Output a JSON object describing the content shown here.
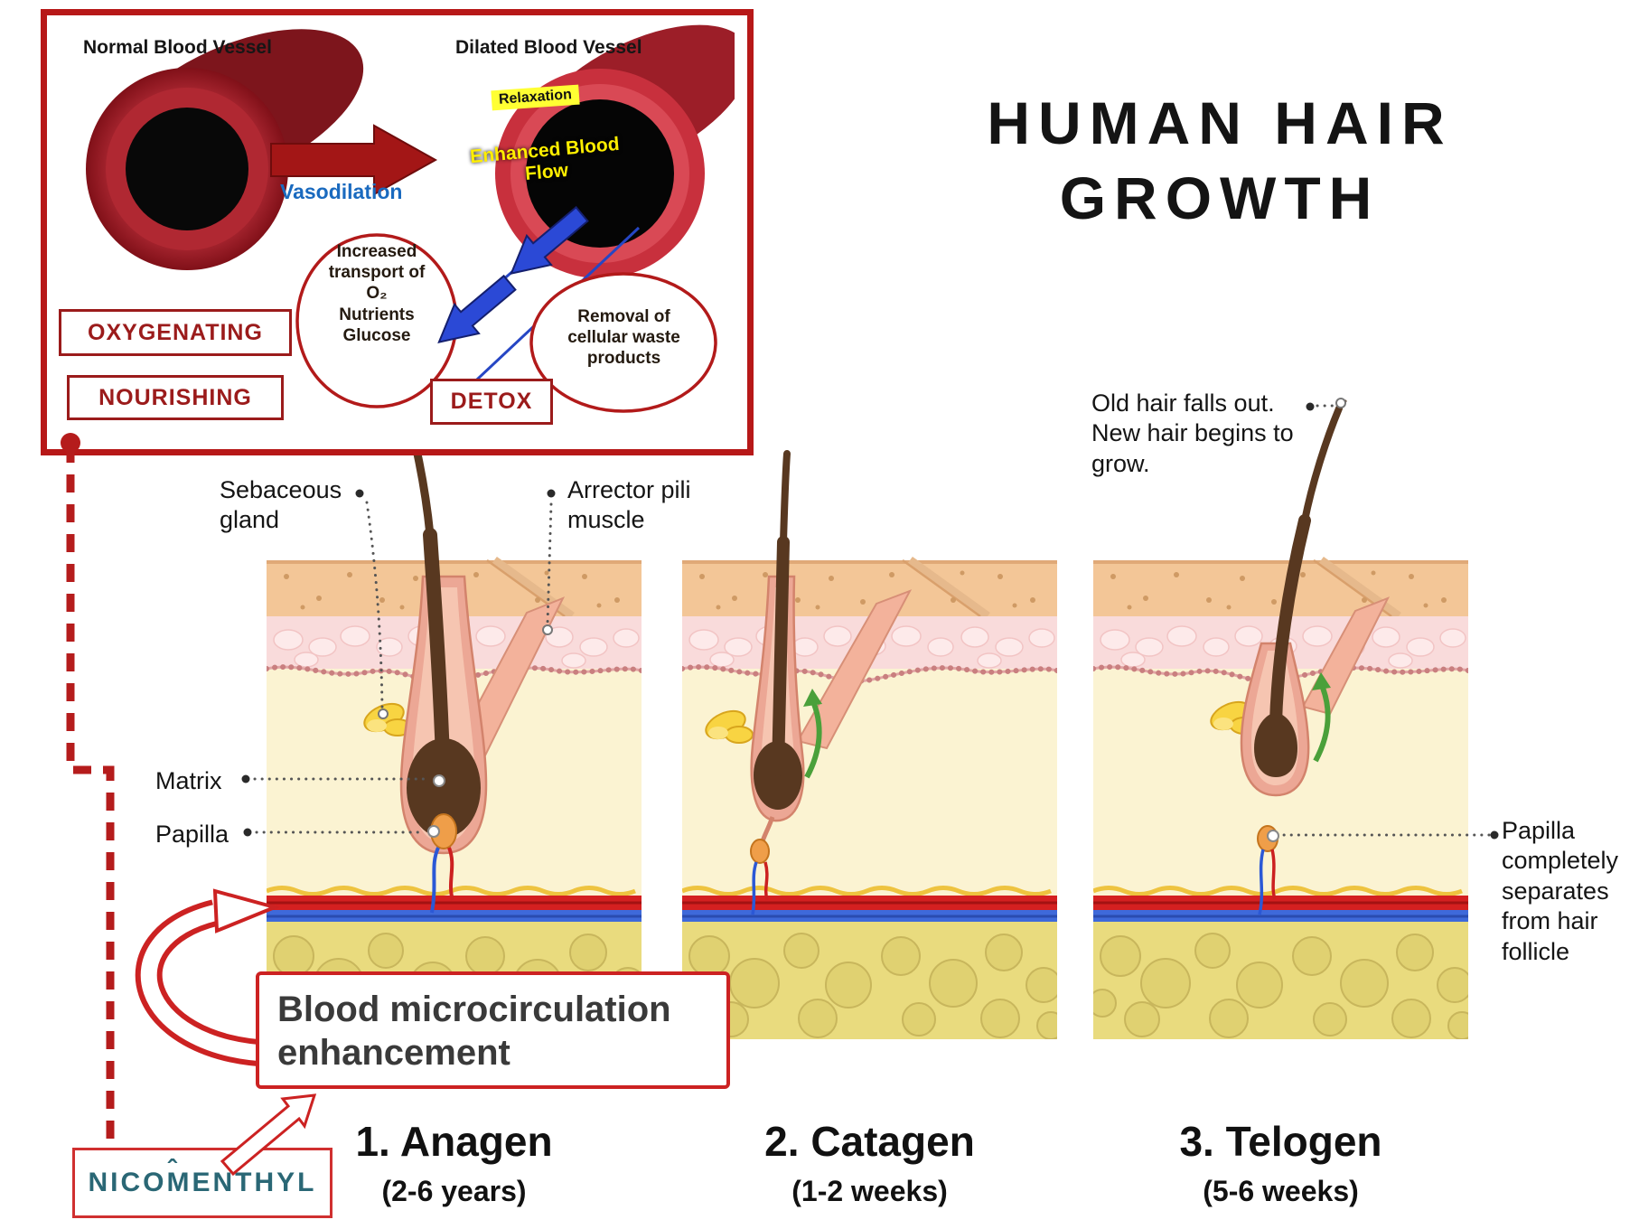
{
  "title": {
    "line1": "HUMAN HAIR",
    "line2": "GROWTH"
  },
  "vessel_panel": {
    "normal_label": "Normal Blood Vessel",
    "dilated_label": "Dilated Blood Vessel",
    "vasodilation_label": "Vasodilation",
    "relaxation_tag": "Relaxation",
    "enhanced_flow": "Enhanced Blood Flow",
    "transport_lines": {
      "l1": "Increased",
      "l2": "transport of",
      "l3": "O₂",
      "l4": "Nutrients",
      "l5": "Glucose"
    },
    "removal_text": "Removal of cellular waste products",
    "oxygenating": "OXYGENATING",
    "nourishing": "NOURISHING",
    "detox": "DETOX"
  },
  "annotations": {
    "sebaceous": "Sebaceous gland",
    "arrector": "Arrector pili muscle",
    "matrix": "Matrix",
    "papilla": "Papilla",
    "old_hair": "Old hair falls out. New hair begins to grow.",
    "papilla_separates": "Papilla completely separates from hair follicle"
  },
  "enhancement": {
    "text": "Blood microcirculation enhancement"
  },
  "stages": [
    {
      "name": "1. Anagen",
      "duration": "(2-6 years)"
    },
    {
      "name": "2. Catagen",
      "duration": "(1-2 weeks)"
    },
    {
      "name": "3. Telogen",
      "duration": "(5-6 weeks)"
    }
  ],
  "logo": {
    "text": "NICOMENTHYL",
    "caret": "ˆ"
  },
  "colors": {
    "accent_red": "#b71818",
    "vasodilation_blue": "#1a6abf",
    "highlight_yellow": "#ffff33",
    "green_arrow": "#4aa03a",
    "logo_teal": "#2a6775"
  }
}
